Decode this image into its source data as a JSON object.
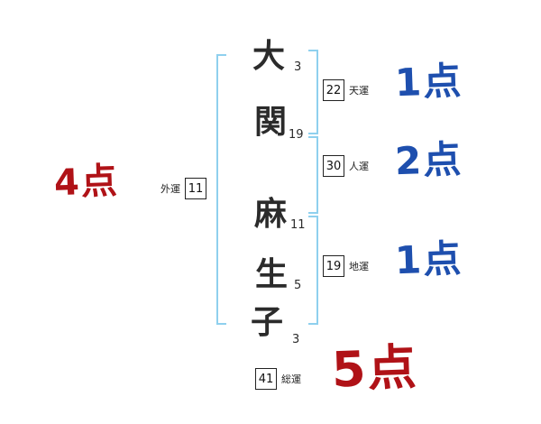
{
  "name": {
    "chars": [
      {
        "char": "大",
        "strokes": "3"
      },
      {
        "char": "関",
        "strokes": "19"
      },
      {
        "char": "麻",
        "strokes": "11"
      },
      {
        "char": "生",
        "strokes": "5"
      },
      {
        "char": "子",
        "strokes": "3"
      }
    ]
  },
  "fortunes": {
    "heaven": {
      "value": "22",
      "label": "天運"
    },
    "person": {
      "value": "30",
      "label": "人運"
    },
    "earth": {
      "value": "19",
      "label": "地運"
    },
    "outer": {
      "value": "11",
      "label": "外運"
    },
    "total": {
      "value": "41",
      "label": "総運"
    }
  },
  "scores": {
    "heaven": "1点",
    "person": "2点",
    "earth": "1点",
    "outer": "4点",
    "total": "5点"
  },
  "colors": {
    "score_blue": "#1e4fae",
    "score_red": "#b01217",
    "bracket_blue": "#8fd0ee",
    "box_border": "#222222",
    "text": "#2b2b2b"
  }
}
